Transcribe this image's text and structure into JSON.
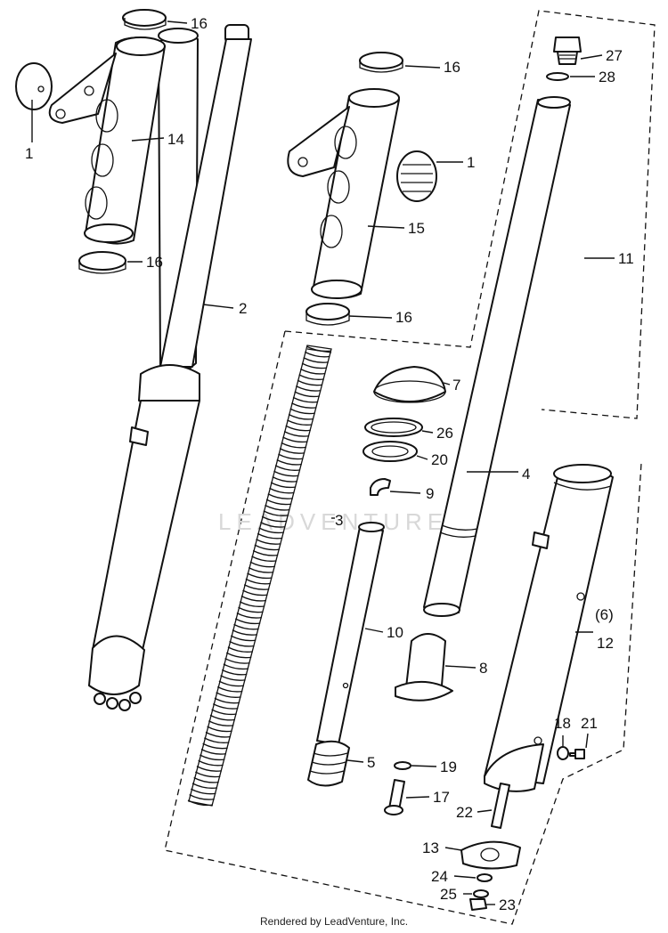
{
  "footer": "Rendered by LeadVenture, Inc.",
  "watermark": "LEADVENTURE",
  "callouts": {
    "c1a": "1",
    "c1b": "1",
    "c2": "2",
    "c3": "3",
    "c4": "4",
    "c5": "5",
    "c6": "(6)",
    "c7": "7",
    "c8": "8",
    "c9": "9",
    "c10": "10",
    "c11": "11",
    "c12": "12",
    "c13": "13",
    "c14": "14",
    "c15": "15",
    "c16a": "16",
    "c16b": "16",
    "c16c": "16",
    "c16d": "16",
    "c17": "17",
    "c18": "18",
    "c19": "19",
    "c20": "20",
    "c21": "21",
    "c22": "22",
    "c23": "23",
    "c24": "24",
    "c25": "25",
    "c26": "26",
    "c27": "27",
    "c28": "28"
  }
}
